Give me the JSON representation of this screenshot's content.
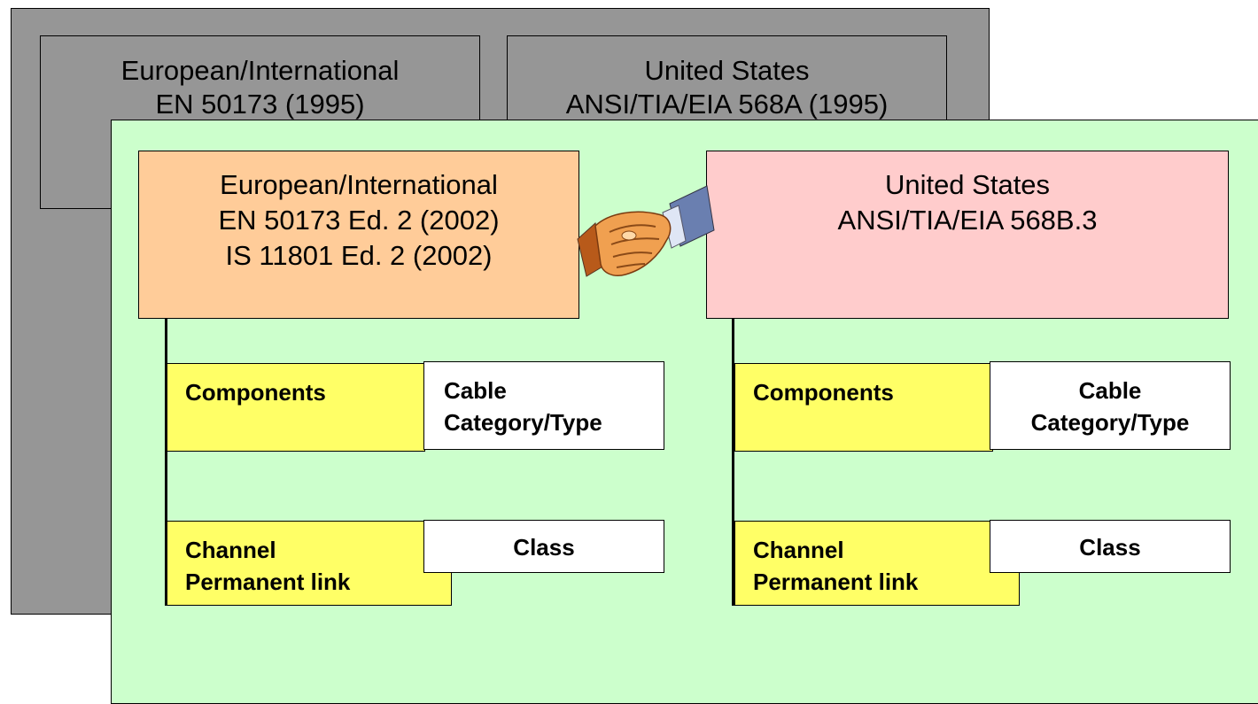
{
  "legacy": {
    "europe": [
      "European/International",
      "EN 50173 (1995)"
    ],
    "us": [
      "United States",
      "ANSI/TIA/EIA 568A (1995)"
    ]
  },
  "current": {
    "europe": [
      "European/International",
      "EN 50173 Ed. 2 (2002)",
      "IS 11801 Ed. 2 (2002)"
    ],
    "us": [
      "United States",
      "ANSI/TIA/EIA 568B.3"
    ]
  },
  "europe_items": {
    "components": "Components",
    "cable": [
      "Cable",
      "Category/Type"
    ],
    "channel": [
      "Channel",
      "Permanent link"
    ],
    "class": "Class"
  },
  "us_items": {
    "components": "Components",
    "cable": [
      "Cable",
      "Category/Type"
    ],
    "channel": [
      "Channel",
      "Permanent link"
    ],
    "class": "Class"
  },
  "icons": {
    "handshake": "handshake-icon"
  },
  "colors": {
    "legacy_panel": "#969696",
    "current_panel": "#ccffcc",
    "europe_box": "#ffcc99",
    "us_box": "#ffcccc",
    "item_box": "#ffff66"
  }
}
